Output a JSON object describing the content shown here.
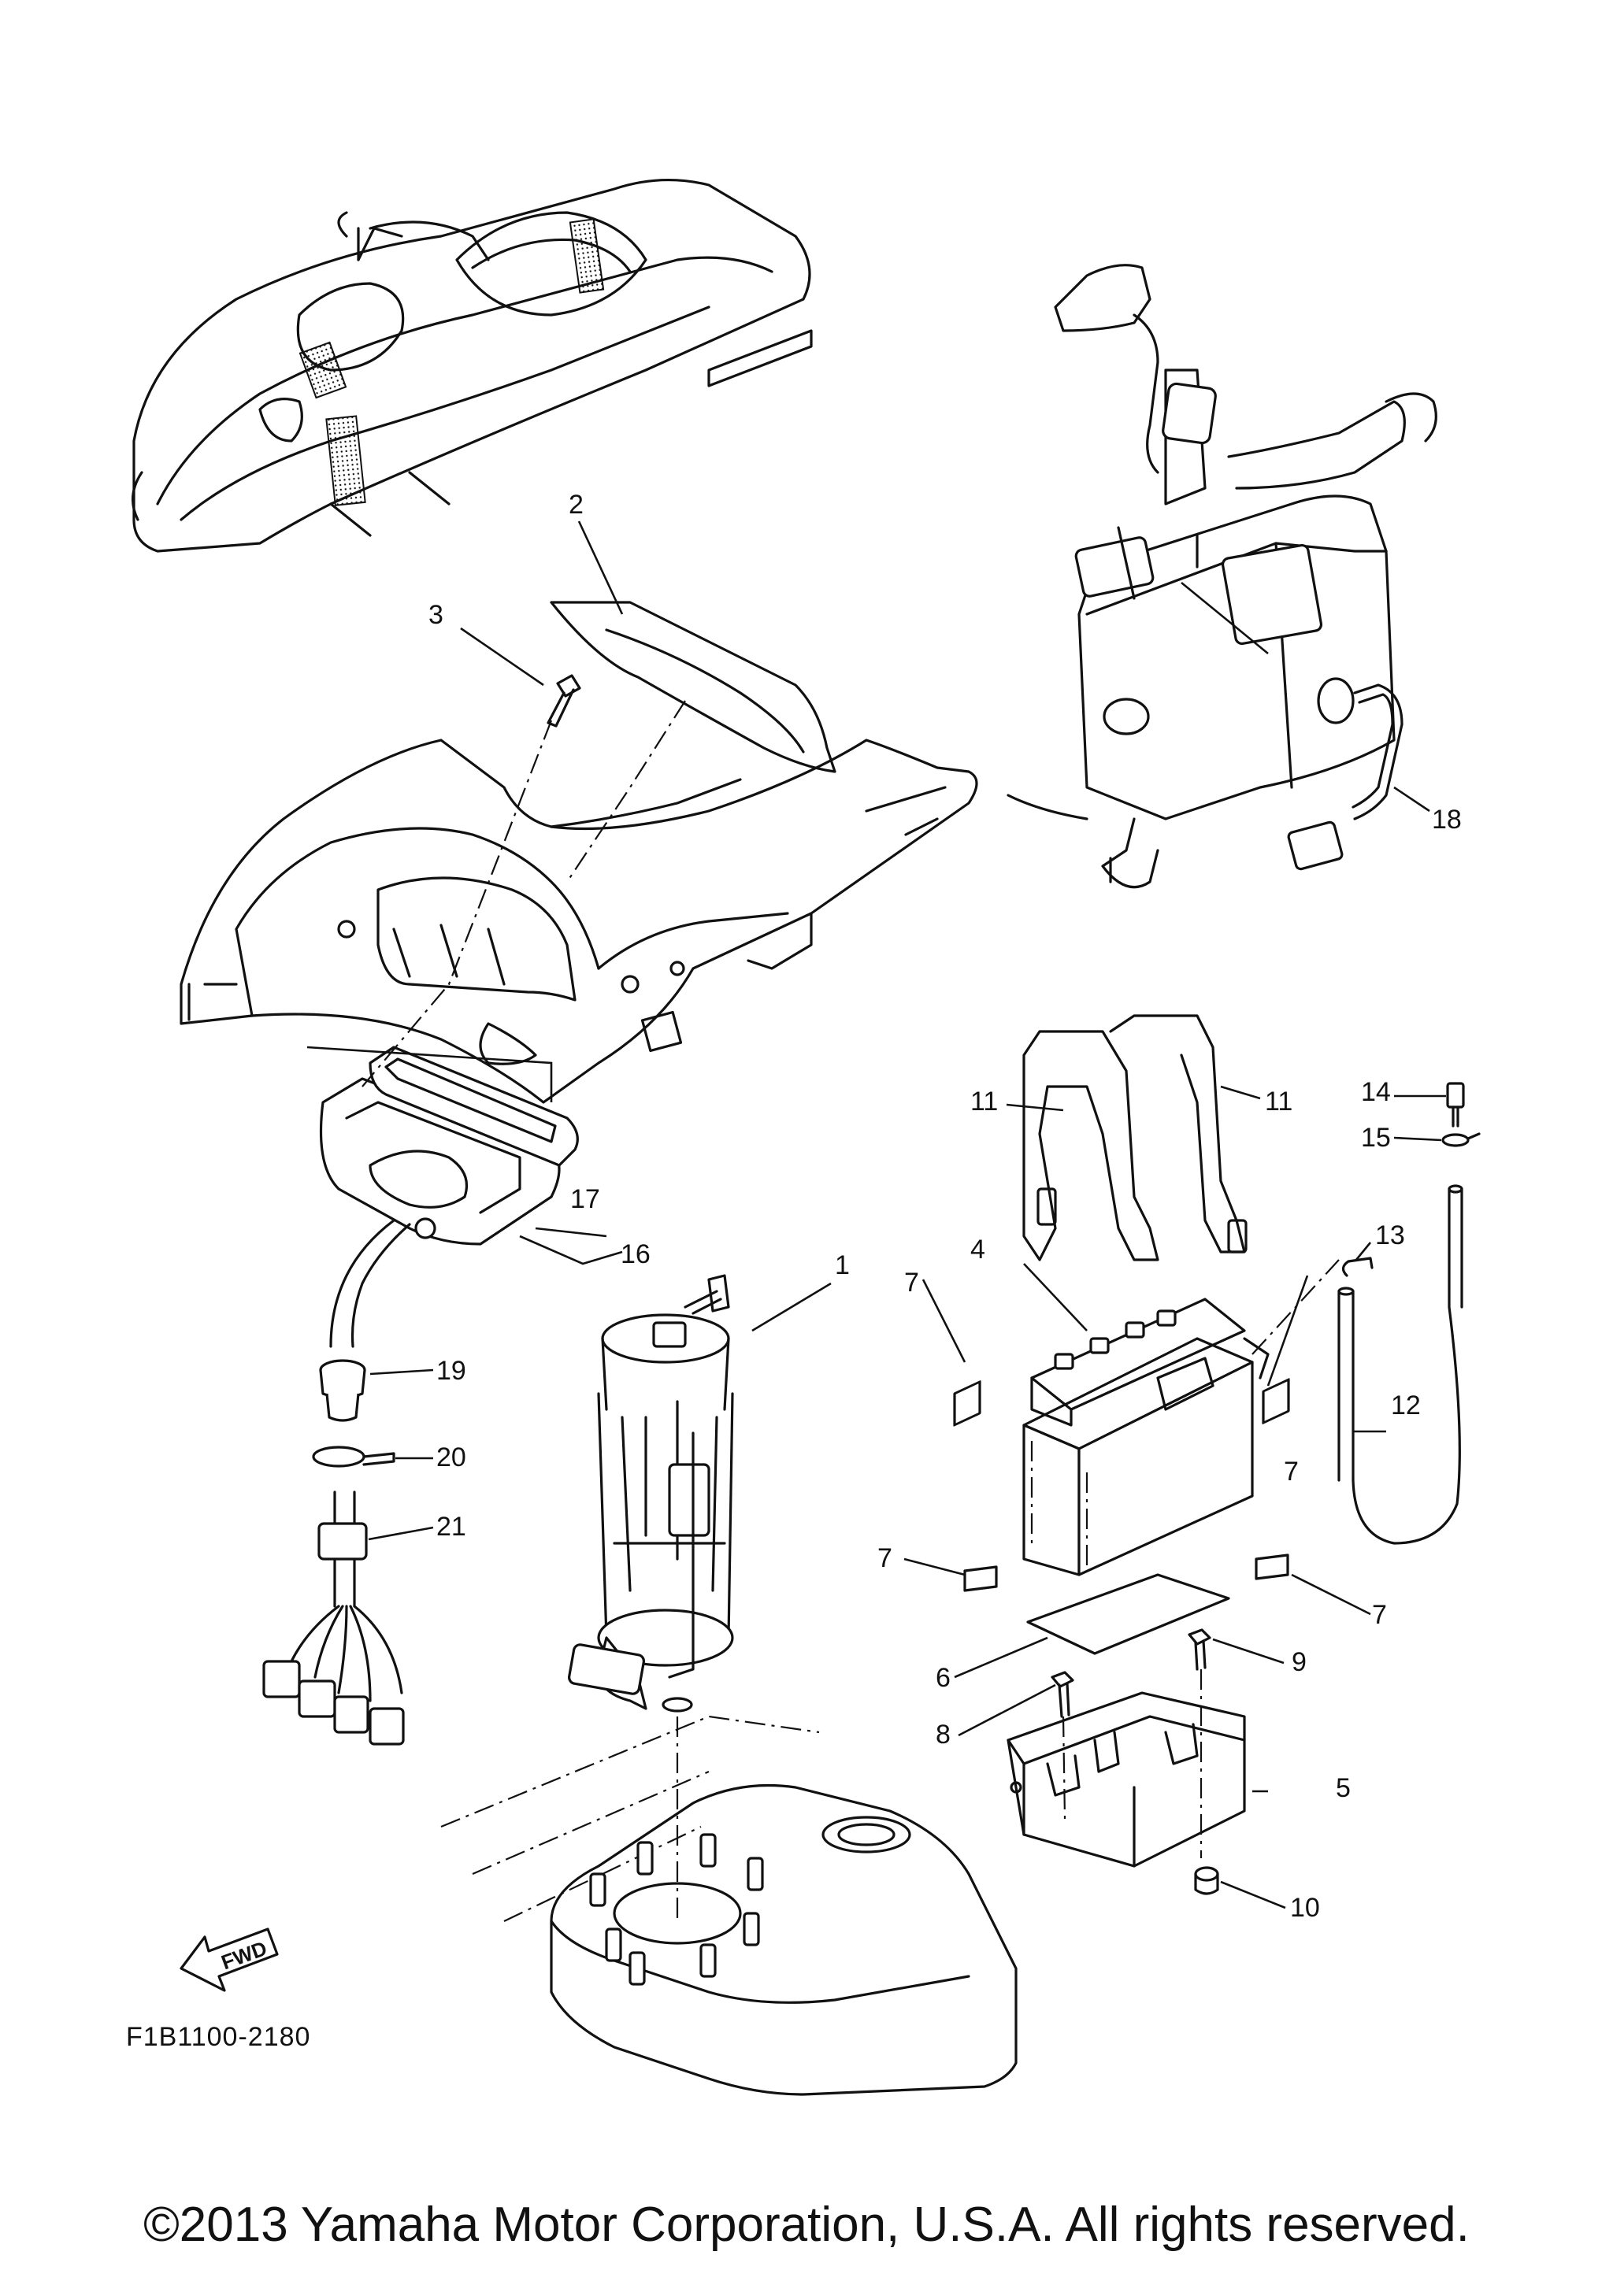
{
  "diagram": {
    "drawing_code": "F1B1100-2180",
    "fwd_label": "FWD",
    "callouts": [
      "1",
      "2",
      "3",
      "4",
      "5",
      "6",
      "7",
      "8",
      "9",
      "10",
      "11",
      "12",
      "13",
      "14",
      "15",
      "16",
      "17",
      "18",
      "19",
      "20",
      "21"
    ]
  },
  "footer": {
    "copyright": "©2013 Yamaha Motor Corporation, U.S.A. All rights reserved."
  }
}
